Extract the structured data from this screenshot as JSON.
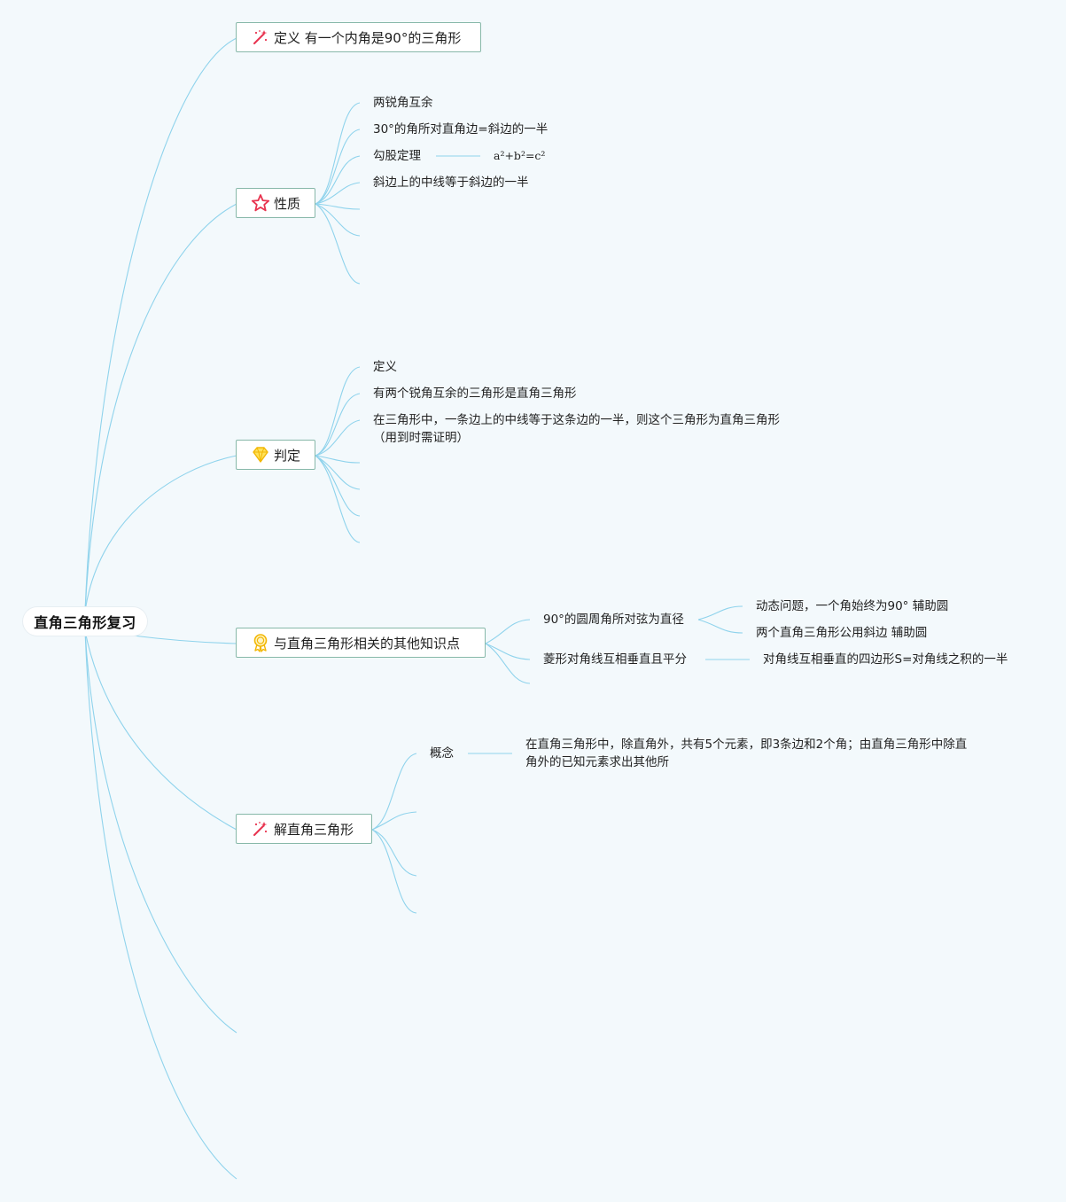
{
  "root": {
    "label": "直角三角形复习"
  },
  "topics": {
    "definition": {
      "label": "定义 有一个内角是90°的三角形",
      "icon": "magic-wand-icon"
    },
    "properties": {
      "label": "性质",
      "icon": "star-icon"
    },
    "criteria": {
      "label": "判定",
      "icon": "diamond-icon"
    },
    "related": {
      "label": "与直角三角形相关的其他知识点",
      "icon": "award-medal-icon"
    },
    "solving": {
      "label": "解直角三角形",
      "icon": "magic-wand-icon"
    }
  },
  "properties_items": [
    "两锐角互余",
    "30°的角所对直角边=斜边的一半",
    "勾股定理",
    "斜边上的中线等于斜边的一半"
  ],
  "pythagoras_formula": "a²+b²=c²",
  "criteria_items": [
    "定义",
    "有两个锐角互余的三角形是直角三角形",
    "在三角形中，一条边上的中线等于这条边的一半，则这个三角形为直角三角形",
    "（用到时需证明）"
  ],
  "related_items": {
    "circle": "90°的圆周角所对弦为直径",
    "circle_children": [
      "动态问题，一个角始终为90° 辅助圆",
      "两个直角三角形公用斜边 辅助圆"
    ],
    "rhombus": "菱形对角线互相垂直且平分",
    "rhombus_child": "对角线互相垂直的四边形S=对角线之积的一半"
  },
  "solving_items": {
    "concept": "概念",
    "concept_text": "在直角三角形中，除直角外，共有5个元素，即3条边和2个角；由直角三角形中除直角外的已知元素求出其他所"
  },
  "colors": {
    "background": "#f3f9fc",
    "link": "#8fd3ec",
    "topic_border": "#87b8a9"
  }
}
